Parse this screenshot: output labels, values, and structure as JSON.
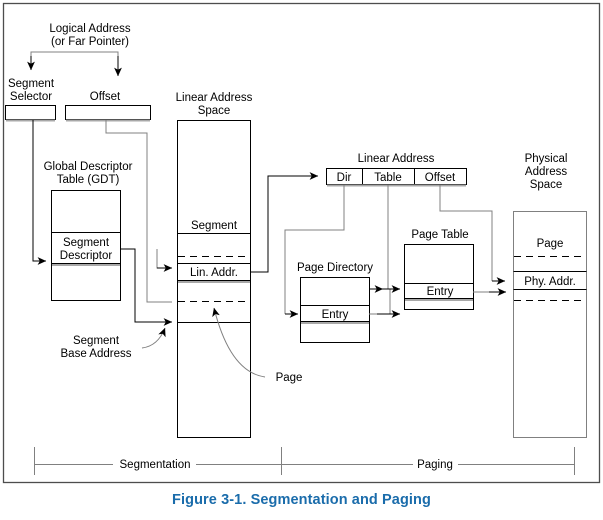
{
  "figure": {
    "caption": "Figure 3-1.  Segmentation and Paging",
    "caption_color": "#1a6cab",
    "frame_color": "#4d4d4d"
  },
  "labels": {
    "logical_address_l1": "Logical Address",
    "logical_address_l2": "(or Far Pointer)",
    "segment_selector_l1": "Segment",
    "segment_selector_l2": "Selector",
    "offset": "Offset",
    "gdt_l1": "Global Descriptor",
    "gdt_l2": "Table (GDT)",
    "segment_descriptor_l1": "Segment",
    "segment_descriptor_l2": "Descriptor",
    "segment_base_address_l1": "Segment",
    "segment_base_address_l2": "Base Address",
    "linear_address_space_l1": "Linear Address",
    "linear_address_space_l2": "Space",
    "segment": "Segment",
    "lin_addr": "Lin. Addr.",
    "page_callout": "Page",
    "linear_address": "Linear Address",
    "dir": "Dir",
    "table": "Table",
    "offset_field": "Offset",
    "page_directory": "Page Directory",
    "page_directory_entry": "Entry",
    "page_table": "Page Table",
    "page_table_entry": "Entry",
    "physical_address_space_l1": "Physical",
    "physical_address_space_l2": "Address",
    "physical_address_space_l3": "Space",
    "page": "Page",
    "phy_addr": "Phy. Addr.",
    "bracket_segmentation": "Segmentation",
    "bracket_paging": "Paging"
  }
}
